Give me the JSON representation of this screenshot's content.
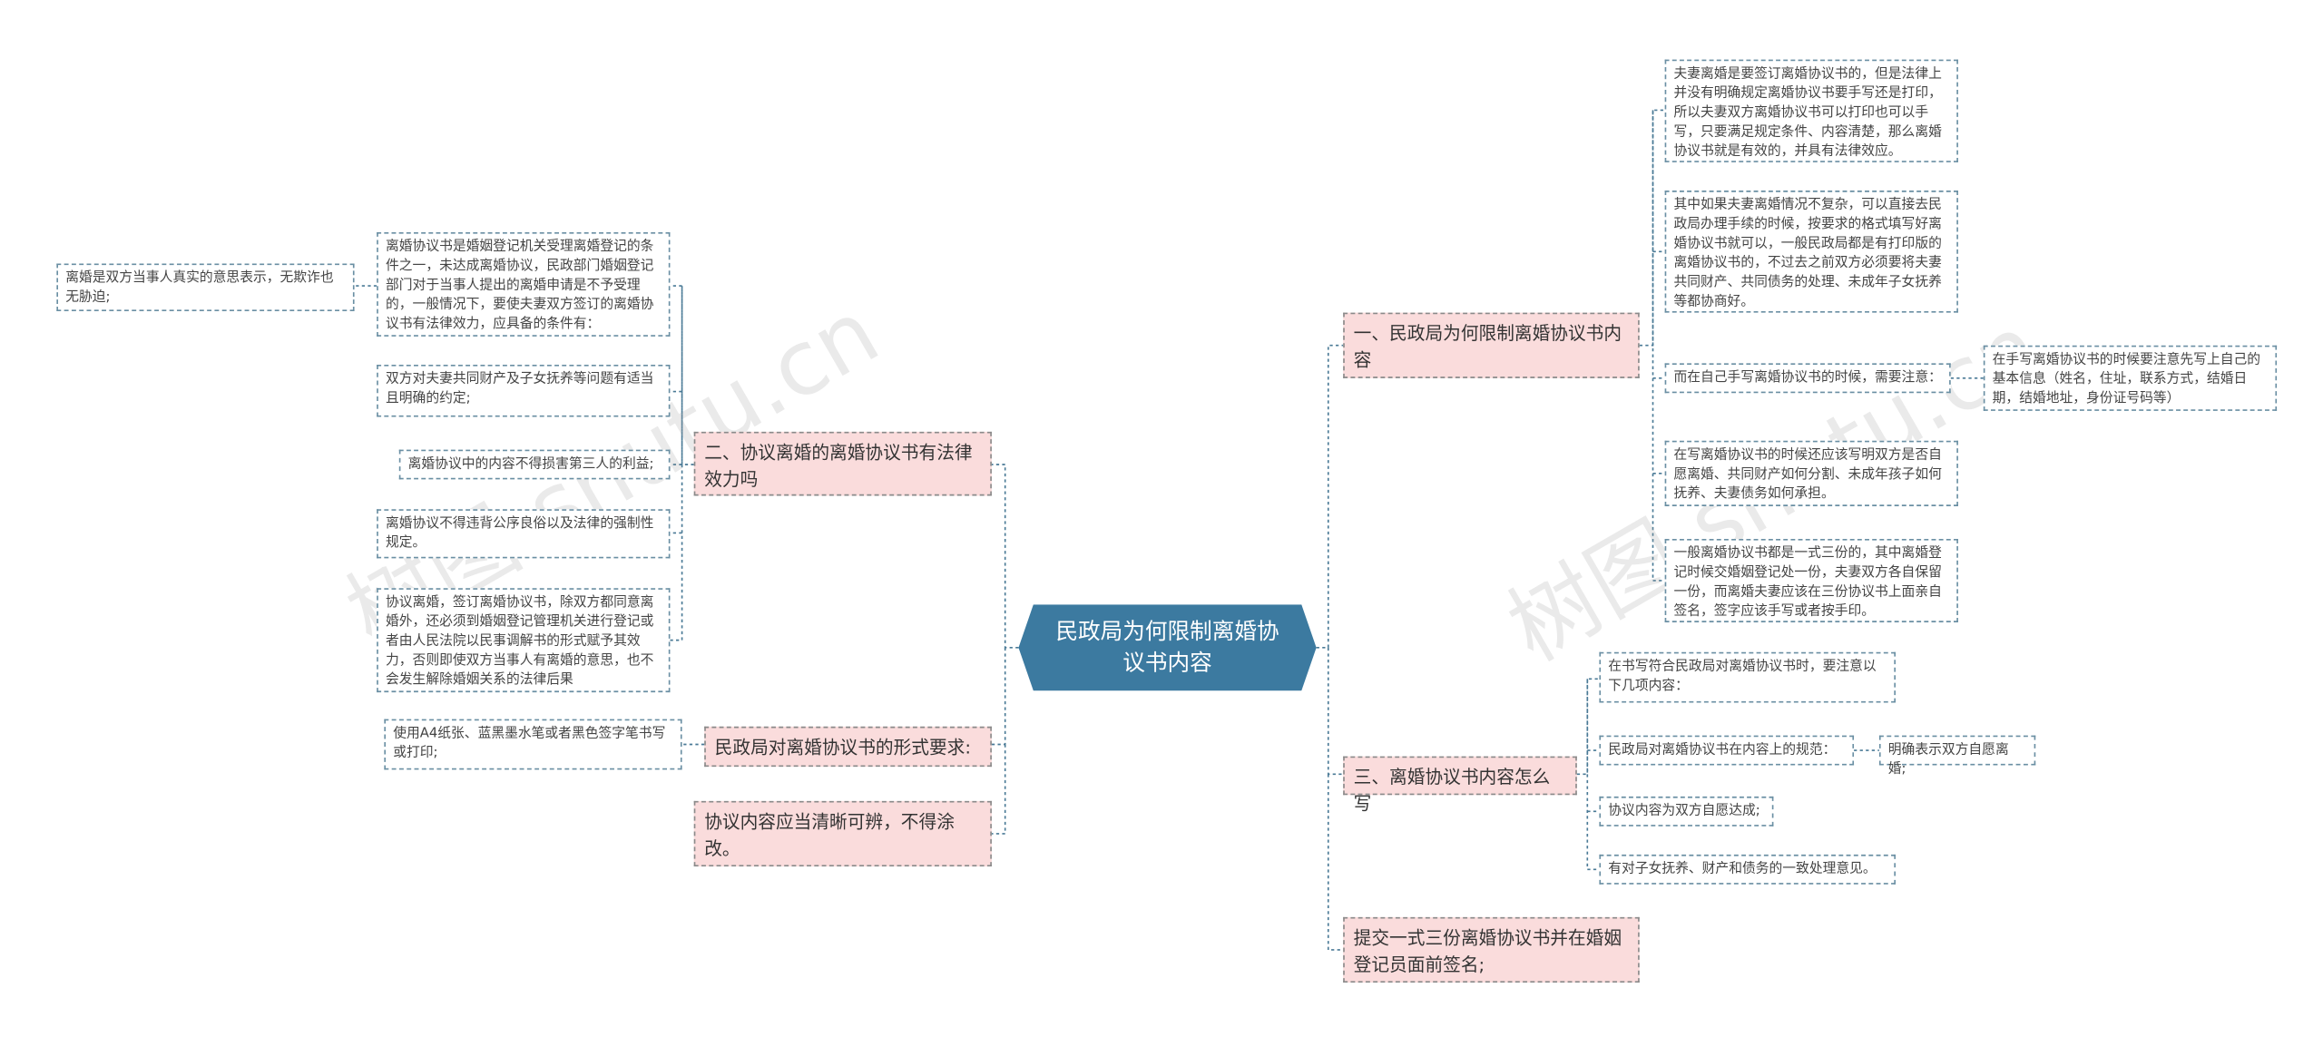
{
  "central": "民政局为何限制离婚协议书内容",
  "topics": {
    "t1": "一、民政局为何限制离婚协议书内容",
    "t2": "二、协议离婚的离婚协议书有法律效力吗",
    "t3": "三、离婚协议书内容怎么写",
    "t4": "民政局对离婚协议书的形式要求:",
    "t5": "协议内容应当清晰可辨，不得涂改。",
    "t6": "提交一式三份离婚协议书并在婚姻登记员面前签名;"
  },
  "leaves": {
    "r1": "夫妻离婚是要签订离婚协议书的，但是法律上并没有明确规定离婚协议书要手写还是打印，所以夫妻双方离婚协议书可以打印也可以手写，只要满足规定条件、内容清楚，那么离婚协议书就是有效的，并具有法律效应。",
    "r2": "其中如果夫妻离婚情况不复杂，可以直接去民政局办理手续的时候，按要求的格式填写好离婚协议书就可以，一般民政局都是有打印版的离婚协议书的，不过去之前双方必须要将夫妻共同财产、共同债务的处理、未成年子女抚养等都协商好。",
    "r3": "而在自己手写离婚协议书的时候，需要注意：",
    "r3a": "在手写离婚协议书的时候要注意先写上自己的基本信息（姓名，住址，联系方式，结婚日期，结婚地址，身份证号码等）",
    "r4": "在写离婚协议书的时候还应该写明双方是否自愿离婚、共同财产如何分割、未成年孩子如何抚养、夫妻债务如何承担。",
    "r5": "一般离婚协议书都是一式三份的，其中离婚登记时候交婚姻登记处一份，夫妻双方各自保留一份，而离婚夫妻应该在三份协议书上面亲自签名，签字应该手写或者按手印。",
    "s1": "在书写符合民政局对离婚协议书时，要注意以下几项内容：",
    "s2": "民政局对离婚协议书在内容上的规范：",
    "s2a": "明确表示双方自愿离婚;",
    "s3": "协议内容为双方自愿达成;",
    "s4": "有对子女抚养、财产和债务的一致处理意见。",
    "l1": "离婚协议书是婚姻登记机关受理离婚登记的条件之一，未达成离婚协议，民政部门婚姻登记部门对于当事人提出的离婚申请是不予受理的，一般情况下，要使夫妻双方签订的离婚协议书有法律效力，应具备的条件有：",
    "l1a": "离婚是双方当事人真实的意思表示，无欺诈也无胁迫;",
    "l2": "双方对夫妻共同财产及子女抚养等问题有适当且明确的约定;",
    "l3": "离婚协议中的内容不得损害第三人的利益;",
    "l4": "离婚协议不得违背公序良俗以及法律的强制性规定。",
    "l5": "协议离婚，签订离婚协议书，除双方都同意离婚外，还必须到婚姻登记管理机关进行登记或者由人民法院以民事调解书的形式赋予其效力，否则即使双方当事人有离婚的意思，也不会发生解除婚姻关系的法律后果",
    "l6": "使用A4纸张、蓝黑墨水笔或者黑色签字笔书写或打印;"
  },
  "watermark": "树图 shutu.cn",
  "colors": {
    "central_bg": "#3c7aa0",
    "topic_bg": "#fadcdc",
    "line": "#4a7a96"
  }
}
